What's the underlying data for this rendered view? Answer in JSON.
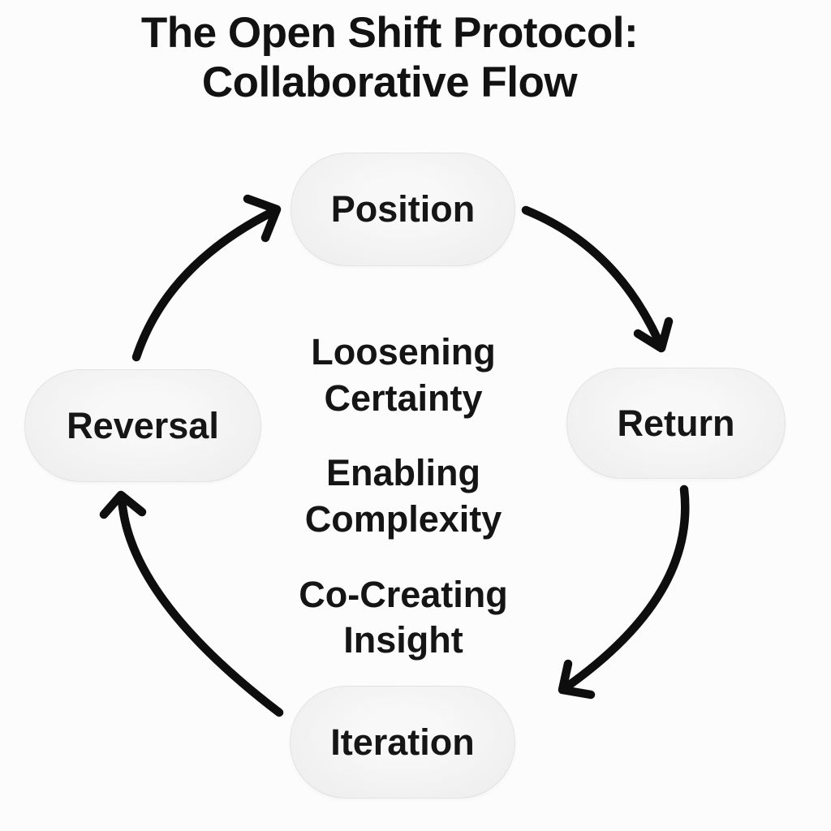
{
  "title": {
    "line1": "The Open Shift Protocol:",
    "line2": "Collaborative Flow"
  },
  "nodes": [
    {
      "id": "position",
      "label": "Position"
    },
    {
      "id": "return",
      "label": "Return"
    },
    {
      "id": "iteration",
      "label": "Iteration"
    },
    {
      "id": "reversal",
      "label": "Reversal"
    }
  ],
  "center_text": [
    {
      "line1": "Loosening",
      "line2": "Certainty"
    },
    {
      "line1": "Enabling",
      "line2": "Complexity"
    },
    {
      "line1": "Co-Creating",
      "line2": "Insight"
    }
  ],
  "flow": {
    "direction": "clockwise",
    "connections": [
      {
        "from": "Reversal",
        "to": "Position"
      },
      {
        "from": "Position",
        "to": "Return"
      },
      {
        "from": "Return",
        "to": "Iteration"
      },
      {
        "from": "Iteration",
        "to": "Reversal"
      }
    ]
  },
  "colors": {
    "background": "#fcfcfc",
    "node_fill": "#eeeeee",
    "node_border": "#e0e0e0",
    "text": "#141414",
    "arrow": "#0e0e0e"
  }
}
